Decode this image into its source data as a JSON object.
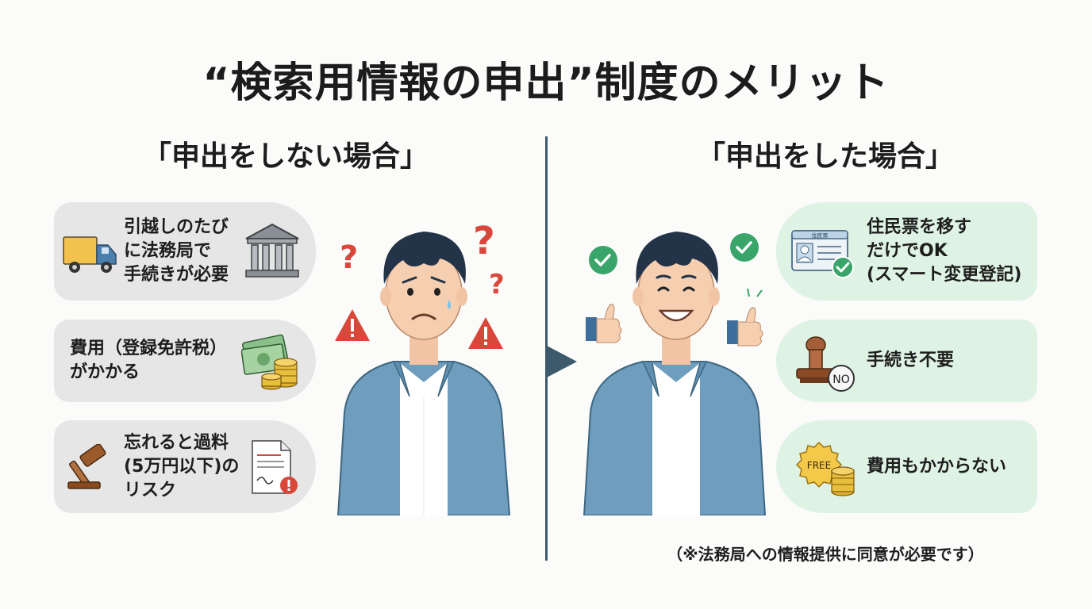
{
  "title": "“検索用情報の申出”制度のメリット",
  "left": {
    "heading": "「申出をしない場合」",
    "cards": [
      {
        "text": "引越しのたび\nに法務局で\n手続きが必要",
        "icon": "truck-icon",
        "icon2": "courthouse-icon"
      },
      {
        "text": "費用（登録免許税）\nがかかる",
        "icon": "money-coins-icon"
      },
      {
        "text": "忘れると過料\n(5万円以下)の\nリスク",
        "icon": "gavel-icon",
        "icon2": "warning-document-icon"
      }
    ]
  },
  "right": {
    "heading": "「申出をした場合」",
    "cards": [
      {
        "text": "住民票を移す\nだけでOK\n(スマート変更登記)",
        "icon": "id-card-check-icon",
        "card_label": "住民票"
      },
      {
        "text": "手続き不要",
        "icon": "stamp-no-icon",
        "badge": "NO"
      },
      {
        "text": "費用もかからない",
        "icon": "free-coins-icon",
        "badge": "FREE"
      }
    ],
    "note": "（※法務局への情報提供に同意が必要です）"
  },
  "colors": {
    "left_card": "#e6e6e6",
    "right_card": "#dff3e5",
    "divider": "#3d5a6c",
    "question_red": "#d9473b",
    "check_green": "#3aa56b",
    "shirt_blue": "#6e9dbd"
  }
}
